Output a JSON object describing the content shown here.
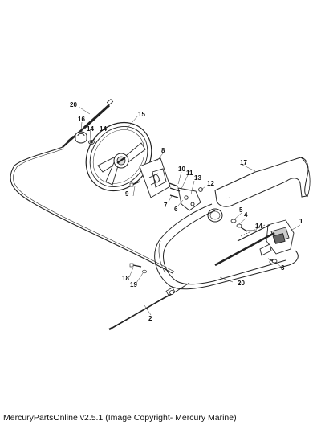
{
  "callouts": {
    "c1": "1",
    "c2": "2",
    "c3": "3",
    "c4": "4",
    "c5": "5",
    "c6": "6",
    "c7": "7",
    "c8": "8",
    "c9": "9",
    "c10": "10",
    "c11": "11",
    "c12": "12",
    "c13": "13",
    "c14a": "14",
    "c14b": "14",
    "c15": "15",
    "c16": "16",
    "c17": "17",
    "c18": "18",
    "c19": "19",
    "c20a": "20",
    "c20b": "20"
  },
  "footer": {
    "text": "MercuryPartsOnline v2.5.1 (Image Copyright- Mercury Marine)"
  }
}
